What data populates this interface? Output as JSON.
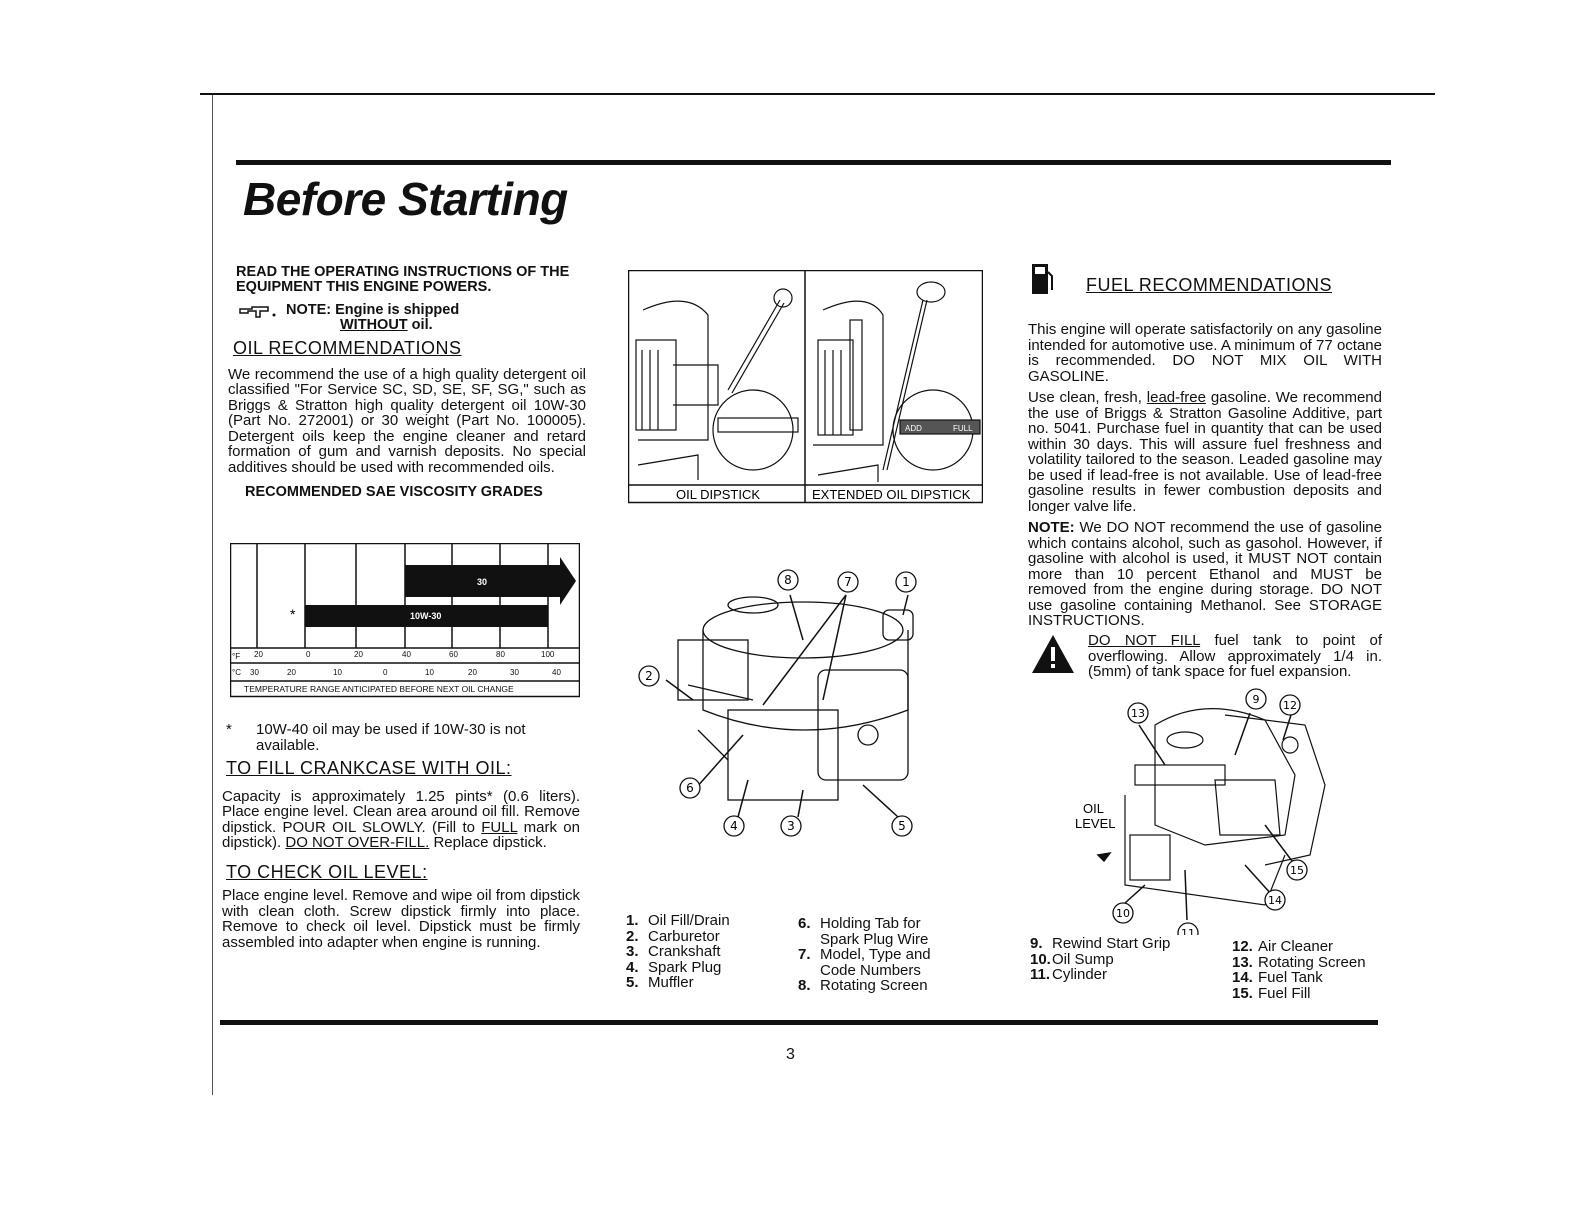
{
  "page": {
    "title": "Before Starting",
    "page_number": "3"
  },
  "left": {
    "read_instructions": "READ THE OPERATING INSTRUCTIONS OF THE EQUIPMENT THIS ENGINE POWERS.",
    "note_prefix": "NOTE: Engine is shipped",
    "note_without": "WITHOUT",
    "note_suffix": " oil.",
    "oil_heading": "OIL RECOMMENDATIONS",
    "oil_text": "We recommend the use of a high quality detergent oil classified \"For Service SC, SD, SE, SF, SG,\" such as Briggs & Stratton high quality detergent oil 10W-30 (Part No. 272001) or 30 weight (Part No. 100005). Detergent oils keep the engine cleaner and retard formation of gum and varnish deposits. No special additives should be used with recommended oils.",
    "viscosity_heading": "RECOMMENDED SAE VISCOSITY GRADES",
    "viscosity_chart": {
      "bar_30_label": "30",
      "bar_10w30_label": "10W-30",
      "asterisk": "*",
      "f_unit": "°F",
      "f_ticks": [
        "20",
        "0",
        "20",
        "40",
        "60",
        "80",
        "100"
      ],
      "c_unit": "°C",
      "c_ticks": [
        "30",
        "20",
        "10",
        "0",
        "10",
        "20",
        "30",
        "40"
      ],
      "caption": "TEMPERATURE RANGE ANTICIPATED BEFORE NEXT OIL CHANGE"
    },
    "footnote_mark": "*",
    "footnote": "10W-40 oil may be used if 10W-30 is not available.",
    "fill_heading": "TO FILL CRANKCASE WITH OIL:",
    "fill_text_1": "Capacity is approximately 1.25 pints* (0.6 liters). Place engine level. Clean area around oil fill. Remove dipstick. POUR OIL SLOWLY. (Fill to ",
    "fill_full": "FULL",
    "fill_text_2": " mark on dipstick). ",
    "fill_no_overfill": "DO NOT OVER-FILL.",
    "fill_text_3": " Replace dipstick.",
    "check_heading": "TO CHECK OIL LEVEL:",
    "check_text": "Place engine level. Remove and wipe oil from dipstick with clean cloth. Screw dipstick firmly into place. Remove to check oil level. Dipstick must be firmly assembled into adapter when engine is running."
  },
  "middle": {
    "dipstick_label": "OIL DIPSTICK",
    "extended_label": "EXTENDED OIL DIPSTICK",
    "dip_marks": [
      "ADD",
      "FULL"
    ],
    "engine_callouts": [
      "8",
      "7",
      "1",
      "2",
      "6",
      "4",
      "3",
      "5"
    ],
    "parts_a": [
      {
        "num": "1.",
        "label": "Oil Fill/Drain"
      },
      {
        "num": "2.",
        "label": "Carburetor"
      },
      {
        "num": "3.",
        "label": "Crankshaft"
      },
      {
        "num": "4.",
        "label": "Spark Plug"
      },
      {
        "num": "5.",
        "label": "Muffler"
      }
    ],
    "parts_b": [
      {
        "num": "6.",
        "label": "Holding Tab for\nSpark Plug Wire"
      },
      {
        "num": "7.",
        "label": "Model, Type and\nCode Numbers"
      },
      {
        "num": "8.",
        "label": "Rotating Screen"
      }
    ]
  },
  "right": {
    "fuel_heading": "FUEL RECOMMENDATIONS",
    "fuel_p1": "This engine will operate satisfactorily on any gasoline intended for automotive use. A minimum of 77 octane is recommended. DO NOT MIX OIL WITH GASOLINE.",
    "fuel_p2_a": "Use clean, fresh, ",
    "fuel_p2_lead": "lead-free",
    "fuel_p2_b": " gasoline. We recommend the use of Briggs & Stratton Gasoline Additive, part no. 5041. Purchase fuel in quantity that can be used within 30 days. This will assure fuel freshness and volatility tailored to the season. Leaded gasoline may be used if lead-free is not available. Use of lead-free gasoline results in fewer combustion deposits and longer valve life.",
    "fuel_note_label": "NOTE:",
    "fuel_note": " We DO NOT recommend the use of gasoline which contains alcohol, such as gasohol. However, if gasoline with alcohol is used, it MUST NOT contain more than 10 percent Ethanol and MUST be removed from the engine during storage. DO NOT use gasoline containing Methanol. See STORAGE INSTRUCTIONS.",
    "warning_donot": "DO NOT FILL",
    "warning_text": " fuel tank to point of overflowing. Allow approximately 1/4 in. (5mm) of tank space for fuel expansion.",
    "oil_level_label": "OIL\nLEVEL",
    "mower_callouts": [
      "13",
      "9",
      "12",
      "15",
      "10",
      "11",
      "14"
    ],
    "parts_c": [
      {
        "num": "9.",
        "label": "Rewind Start Grip"
      },
      {
        "num": "10.",
        "label": "Oil Sump"
      },
      {
        "num": "11.",
        "label": "Cylinder"
      }
    ],
    "parts_d": [
      {
        "num": "12.",
        "label": "Air Cleaner"
      },
      {
        "num": "13.",
        "label": "Rotating Screen"
      },
      {
        "num": "14.",
        "label": "Fuel Tank"
      },
      {
        "num": "15.",
        "label": "Fuel Fill"
      }
    ]
  }
}
